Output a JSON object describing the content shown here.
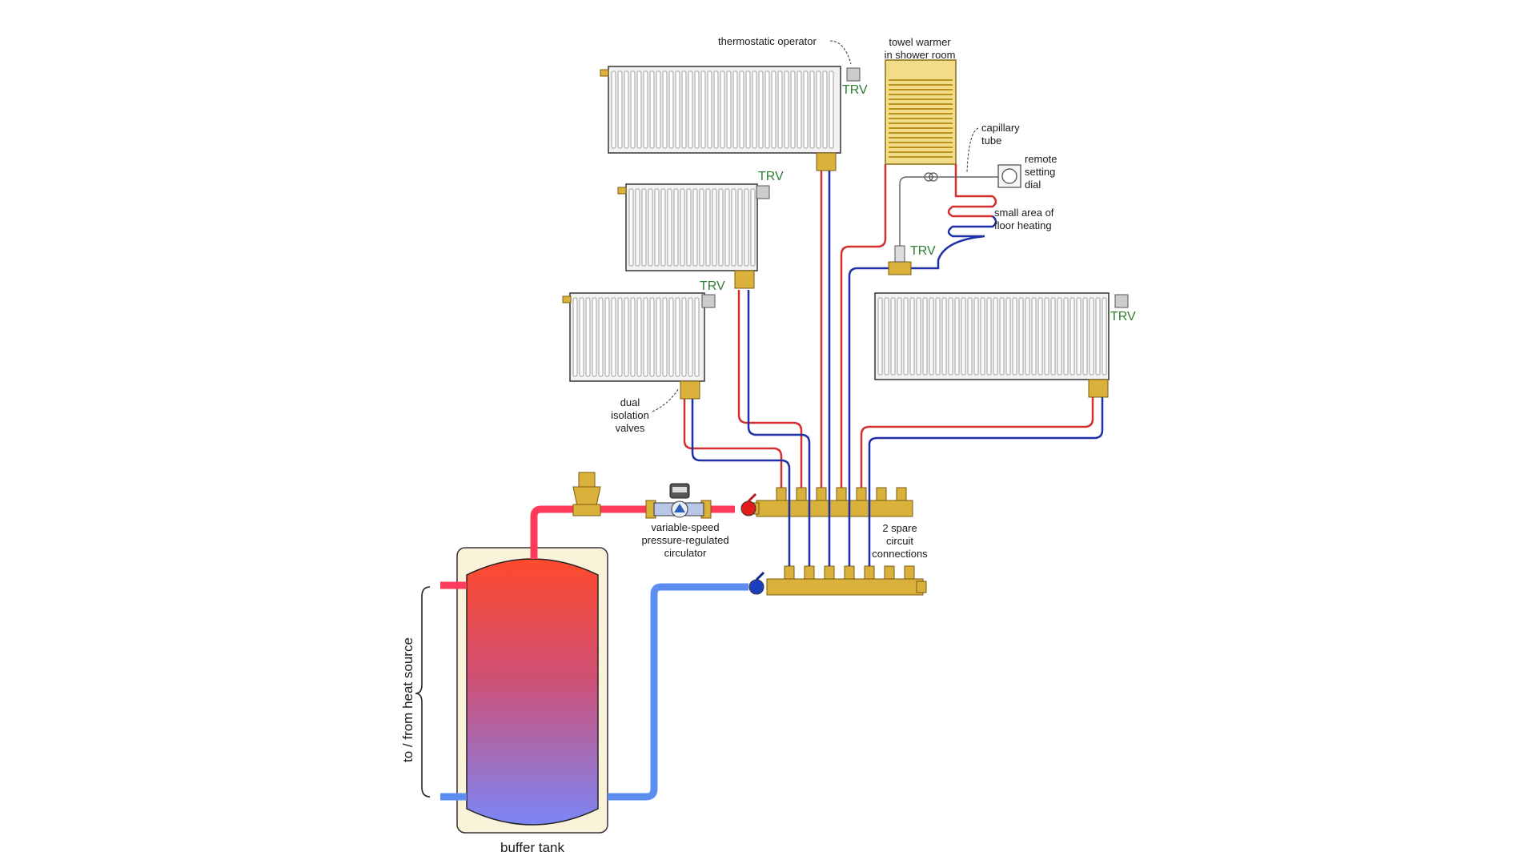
{
  "labels": {
    "thermostatic_operator": "thermostatic operator",
    "towel_warmer_line1": "towel warmer",
    "towel_warmer_line2": "in shower room",
    "capillary_line1": "capillary",
    "capillary_line2": "tube",
    "remote_line1": "remote",
    "remote_line2": "setting",
    "remote_line3": "dial",
    "floor_line1": "small area of",
    "floor_line2": "floor heating",
    "dual_line1": "dual",
    "dual_line2": "isolation",
    "dual_line3": "valves",
    "circ_line1": "variable-speed",
    "circ_line2": "pressure-regulated",
    "circ_line3": "circulator",
    "spare_line1": "2 spare",
    "spare_line2": "circuit",
    "spare_line3": "connections",
    "heat_source": "to / from heat source",
    "buffer_tank": "buffer tank",
    "trv": "TRV"
  },
  "colors": {
    "supply": "#d32f2f",
    "return": "#1e2fa8",
    "hot_header": "#ff3b5c",
    "cool_header": "#5b8ef0",
    "brass": "#d9b13b",
    "trv_text": "#2e7d32",
    "tank_shell": "#fbf3d9"
  }
}
